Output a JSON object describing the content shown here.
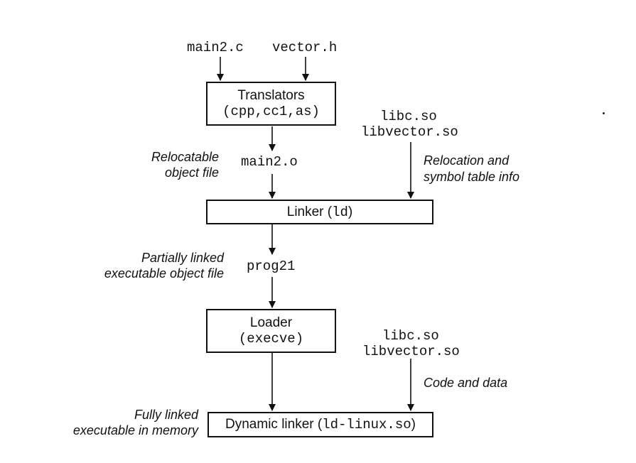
{
  "inputs": {
    "main2_c": "main2.c",
    "vector_h": "vector.h"
  },
  "translators": {
    "title": "Translators",
    "tools": "(cpp,cc1,as)"
  },
  "main2_o": "main2.o",
  "relocatable_label": {
    "line1": "Relocatable",
    "line2": "object file"
  },
  "shared_libs_top": {
    "line1": "libc.so",
    "line2": "libvector.so"
  },
  "relocation_label": {
    "line1": "Relocation and",
    "line2": "symbol table info"
  },
  "linker": {
    "label": "Linker (",
    "tool": "ld",
    "close": ")"
  },
  "partially_label": {
    "line1": "Partially linked",
    "line2": "executable object file"
  },
  "prog21": "prog21",
  "loader": {
    "title": "Loader",
    "tool": "(execve)"
  },
  "shared_libs_bottom": {
    "line1": "libc.so",
    "line2": "libvector.so"
  },
  "code_data_label": "Code and data",
  "fully_label": {
    "line1": "Fully linked",
    "line2": "executable in memory"
  },
  "dynamic_linker": {
    "label": "Dynamic linker (",
    "tool": "ld-linux.so",
    "close": ")"
  }
}
